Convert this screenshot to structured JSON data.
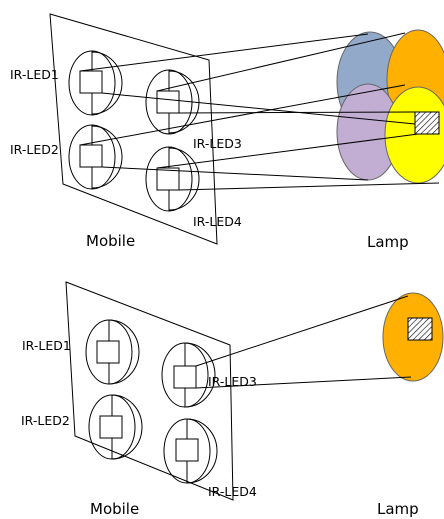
{
  "colors": {
    "lamp_blue": "#92a9c9",
    "lamp_orange": "#ffb000",
    "lamp_purple": "#c2aed3",
    "lamp_yellow": "#ffff00"
  },
  "top_panel": {
    "led_labels": [
      "IR-LED1",
      "IR-LED2",
      "IR-LED3",
      "IR-LED4"
    ],
    "mobile_caption": "Mobile",
    "lamp_caption": "Lamp"
  },
  "bottom_panel": {
    "led_labels": [
      "IR-LED1",
      "IR-LED2",
      "IR-LED3",
      "IR-LED4"
    ],
    "mobile_caption": "Mobile",
    "lamp_caption": "Lamp"
  }
}
